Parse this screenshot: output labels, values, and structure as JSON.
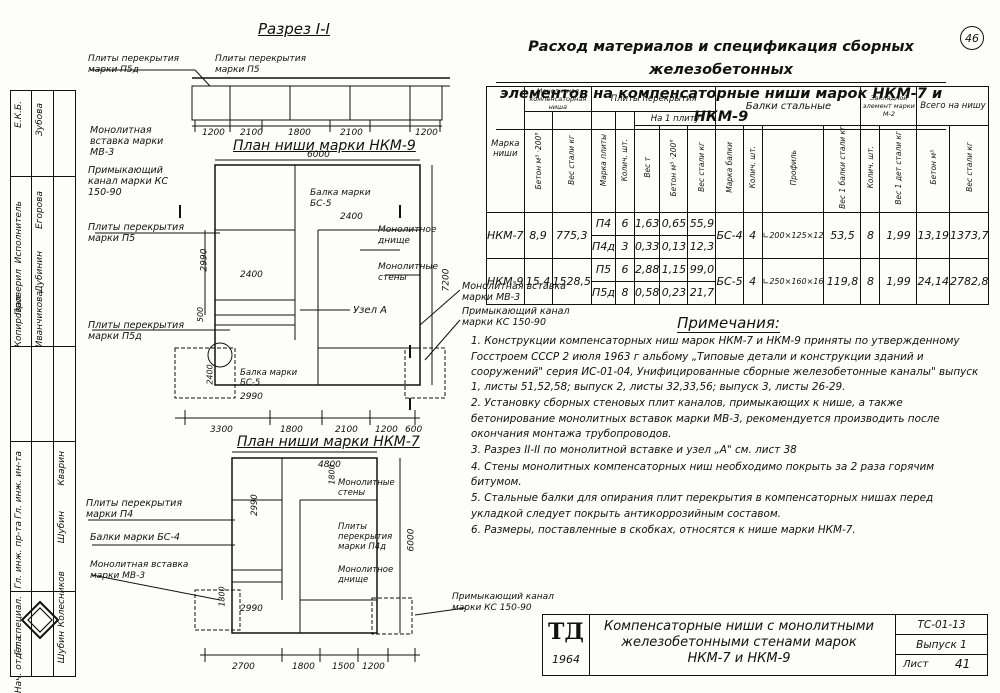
{
  "sheet_number": "46",
  "section_title": "Разрез I-I",
  "plan9_title": "План ниши марки НКМ-9",
  "plan7_title": "План ниши марки НКМ-7",
  "heading_line1": "Расход материалов и спецификация сборных железобетонных",
  "heading_line2": "элементов на компенсаторные ниши марок НКМ-7 и НКМ-9",
  "spec_table": {
    "h_mark": "Марка ниши",
    "h_mono": "Монолитная компенсаторная ниша",
    "h_beton": "Бетон м³ ·200°",
    "h_steel": "Вес стали кг",
    "h_plates": "Плиты перекрытия",
    "h_plate_mark": "Марка плиты",
    "h_qty": "Колич. шт.",
    "h_weight": "Вес т",
    "h_per": "На 1 плиту",
    "h_beton2": "Бетон м³ ·200°",
    "h_steel2": "Вес стали кг",
    "h_beams": "Балки стальные",
    "h_beam_mark": "Марка балки",
    "h_beam_qty": "Колич. шт.",
    "h_profile": "Профиль",
    "h_beam_w": "Вес 1 балки стали кг",
    "h_emb": "Закладной элемент марки М-2",
    "h_emb_qty": "Колич. шт.",
    "h_emb_w": "Вес 1 дет стали кг",
    "h_total": "Всего на нишу",
    "h_total_b": "Бетон м³",
    "h_total_s": "Вес стали кг",
    "rows": [
      {
        "mark": "НКМ-7",
        "beton": "8,9",
        "steel": "775,3",
        "p1": {
          "m": "П4",
          "q": "6",
          "w": "1,63",
          "b": "0,65",
          "s": "55,9"
        },
        "p2": {
          "m": "П4д",
          "q": "3",
          "w": "0,33",
          "b": "0,13",
          "s": "12,3"
        },
        "beam": "БС-4",
        "bq": "4",
        "prof": "∟200×125×12",
        "bw": "53,5",
        "eq": "8",
        "ew": "1,99",
        "tb": "13,19",
        "ts": "1373,7"
      },
      {
        "mark": "НКМ-9",
        "beton": "15,4",
        "steel": "1528,5",
        "p1": {
          "m": "П5",
          "q": "6",
          "w": "2,88",
          "b": "1,15",
          "s": "99,0"
        },
        "p2": {
          "m": "П5д",
          "q": "8",
          "w": "0,58",
          "b": "0,23",
          "s": "21,7"
        },
        "beam": "БС-5",
        "bq": "4",
        "prof": "∟250×160×16",
        "bw": "119,8",
        "eq": "8",
        "ew": "1,99",
        "tb": "24,14",
        "ts": "2782,8"
      }
    ]
  },
  "notes_title": "Примечания:",
  "notes": [
    "1. Конструкции компенсаторных ниш марок НКМ-7 и НКМ-9 приняты по утвержденному Госстроем СССР 2 июля 1963 г альбому „Типовые детали и конструкции зданий и сооружений\" серия ИС-01-04, Унифицированные сборные железобетонные каналы\" выпуск 1, листы 51,52,58; выпуск 2, листы 32,33,56; выпуск 3, листы 26-29.",
    "2. Установку сборных стеновых плит каналов, примыкающих к нише, а также бетонирование монолитных вставок марки МВ-3, рекомендуется производить после окончания монтажа трубопроводов.",
    "3. Разрез II-II по монолитной вставке и узел „А\" см. лист 38",
    "4. Стены монолитных компенсаторных ниш необходимо покрыть за 2 раза горячим битумом.",
    "5. Стальные балки для опирания плит перекрытия в компенсаторных нишах перед укладкой следует покрыть антикоррозийным составом.",
    "6. Размеры, поставленные в скобках, относятся к нише марки НКМ-7."
  ],
  "labels": {
    "plates_p5d": "Плиты перекрытия марки П5д",
    "plates_p5": "Плиты перекрытия марки П5",
    "mono_insert": "Монолитная вставка марки МВ-3",
    "adj_channel": "Примыкающий канал марки КС 150-90",
    "beam_bs5": "Балка марки БС-5",
    "mono_bottom": "Монолитное днище",
    "mono_walls": "Монолитные стены",
    "node_a": "Узел А",
    "mono_insert2": "Монолитная вставка марки МВ-3",
    "adj_channel2": "Примыкающий канал марки КС 150-90",
    "plates_p4": "Плиты перекрытия марки П4",
    "beams_bs4": "Балки марки БС-4",
    "mono_insert3": "Монолитная вставка марки МВ-3",
    "plates_p4d": "Плиты перекрытия марки П4д",
    "mono_wall7": "Монолитные стены",
    "mono_bottom7": "Монолитное днище",
    "adj_channel3": "Примыкающий канал марки КС 150-90",
    "beam_bs5b": "Балка марки БС-5"
  },
  "dims": {
    "s1200a": "1200",
    "s2100a": "2100",
    "s1800": "1800",
    "s2100b": "2100",
    "s1200b": "1200",
    "p6000": "6000",
    "p2400": "2400",
    "p2400b": "2400",
    "p2990": "2990",
    "p7200": "7200",
    "p500": "500",
    "p3300": "3300",
    "p1800": "1800",
    "p2100": "2100",
    "p1200": "1200",
    "p600": "600",
    "p2990b": "2990",
    "p2400c": "2400",
    "k4800": "4800",
    "k2990": "2990",
    "k6000": "6000",
    "k1800": "1800",
    "k2990b": "2990",
    "k2700": "2700",
    "k1800b": "1800",
    "k1500": "1500",
    "k1200": "1200",
    "k1800c": "1800"
  },
  "stamp": {
    "org": "ТД",
    "year": "1964",
    "title": "Компенсаторные ниши с монолитными железобетонными стенами марок НКМ-7 и НКМ-9",
    "series": "ТС-01-13",
    "issue": "Выпуск 1",
    "sheet_label": "Лист",
    "sheet": "41"
  },
  "side_table": {
    "roles": [
      "Гл. инж. ин-та",
      "Гл. инж. пр-та",
      "Гл. специал.",
      "Нач. отдела"
    ],
    "names": [
      "Кварин",
      "Шубин",
      "Колесников",
      "Шубин"
    ],
    "roles2": [
      "Исполнитель",
      "Проверил",
      "Копировал"
    ],
    "names2": [
      "Егорова",
      "Дубинин",
      "Иванчикова"
    ],
    "roles3": [
      "Е.К.Б."
    ],
    "names3": [
      "Зубова"
    ]
  }
}
